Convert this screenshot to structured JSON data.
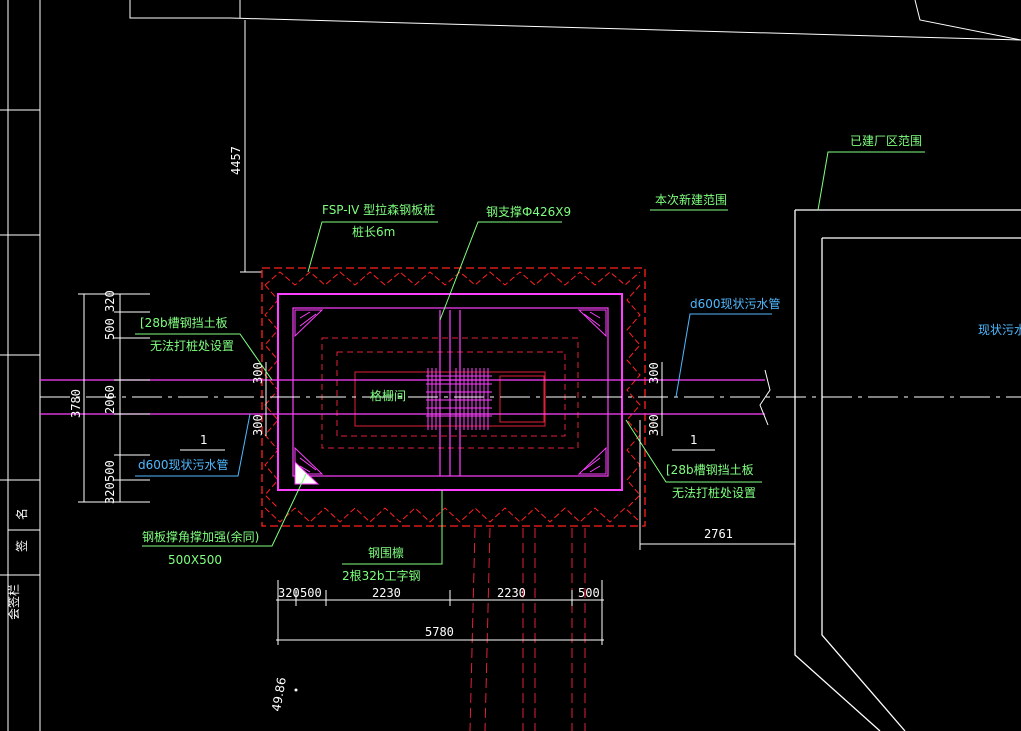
{
  "colors": {
    "background": "#000000",
    "outline_white": "#ffffff",
    "sheet_pile_red": "#ff2020",
    "inner_red": "#e0203a",
    "steel_magenta": "#ff40ff",
    "leader_green": "#7fff7f",
    "leader_cyan": "#4fb8ff"
  },
  "labels": {
    "sheet_pile": "FSP-IV 型拉森钢板桩",
    "pile_length": "桩长6m",
    "steel_brace": "钢支撑Ф426X9",
    "new_build_range": "本次新建范围",
    "existing_plant_range": "已建厂区范围",
    "existing_sewer_right": "现状污水—",
    "d600_right": "d600现状污水管",
    "d600_left": "d600现状污水管",
    "channel_left_1": "[28b槽钢挡土板",
    "channel_left_2": "无法打桩处设置",
    "channel_right_1": "[28b槽钢挡土板",
    "channel_right_2": "无法打桩处设置",
    "grille_room": "格栅间",
    "corner_brace_1": "钢板撑角撑加强(余同)",
    "corner_brace_2": "500X500",
    "waling_1": "钢围檩",
    "waling_2": "2根32b工字钢",
    "section_left": "1",
    "section_right": "1",
    "elev": "49.86",
    "title_block_1": "名",
    "title_block_2": "签",
    "title_block_3": "会签栏"
  },
  "dims": {
    "d4457": "4457",
    "d500": "500",
    "d320": "320",
    "d3780": "3780",
    "d2060": "2060",
    "d500b": "500",
    "d320b": "320",
    "d300_l1": "300",
    "d300_l2": "300",
    "d300_r1": "300",
    "d300_r2": "300",
    "d2761": "2761",
    "b320": "320",
    "b500": "500",
    "b2230a": "2230",
    "b2230b": "2230",
    "b500b": "500",
    "b5780": "5780"
  }
}
